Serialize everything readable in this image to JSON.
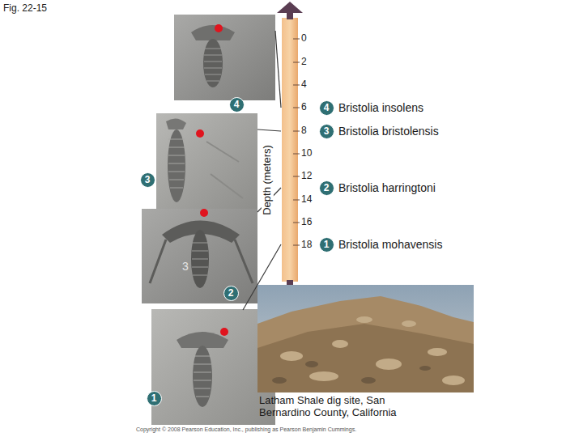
{
  "diagram": {
    "title": "Fig. 22-15",
    "nodes": [
      {
        "text": [
          "4"
        ]
      },
      {
        "text": [
          "4"
        ]
      },
      {
        "text": [
          "3"
        ]
      },
      {
        "text": [
          "3"
        ]
      },
      {
        "text": [
          "2"
        ]
      },
      {
        "text": [
          "2"
        ]
      },
      {
        "text": [
          "1"
        ]
      },
      {
        "text": [
          "1"
        ]
      }
    ],
    "labels": [
      "0",
      "2",
      "4",
      "6",
      "8",
      "10",
      "12",
      "14",
      "16",
      "18",
      "Depth (meters)",
      "Bristolia insolens",
      "Bristolia bristolensis",
      "Bristolia harringtoni",
      "Bristolia mohavensis",
      "3",
      "Latham Shale dig site, San Bernardino County, California",
      "Copyright © 2008 Pearson Education, Inc., publishing as Pearson Benjamin Cummings."
    ]
  }
}
